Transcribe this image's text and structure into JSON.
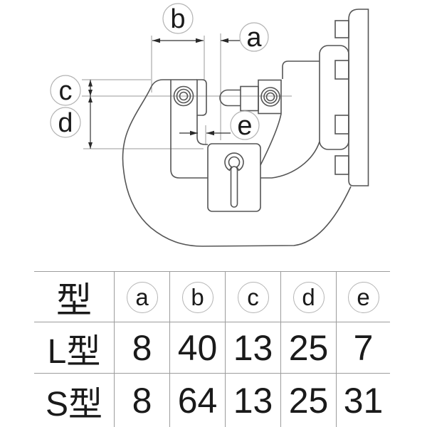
{
  "diagram": {
    "dimension_labels": [
      "a",
      "b",
      "c",
      "d",
      "e"
    ],
    "outline_color": "#555555",
    "thin_line_color": "#9a9a9a",
    "label_circle_color": "#b3b3b3",
    "arrow_color": "#2a2a2a"
  },
  "table": {
    "type_header": "型",
    "column_labels": [
      "a",
      "b",
      "c",
      "d",
      "e"
    ],
    "rows": [
      {
        "label": "L型",
        "values": [
          "8",
          "40",
          "13",
          "25",
          "7"
        ]
      },
      {
        "label": "S型",
        "values": [
          "8",
          "64",
          "13",
          "25",
          "31"
        ]
      }
    ]
  }
}
